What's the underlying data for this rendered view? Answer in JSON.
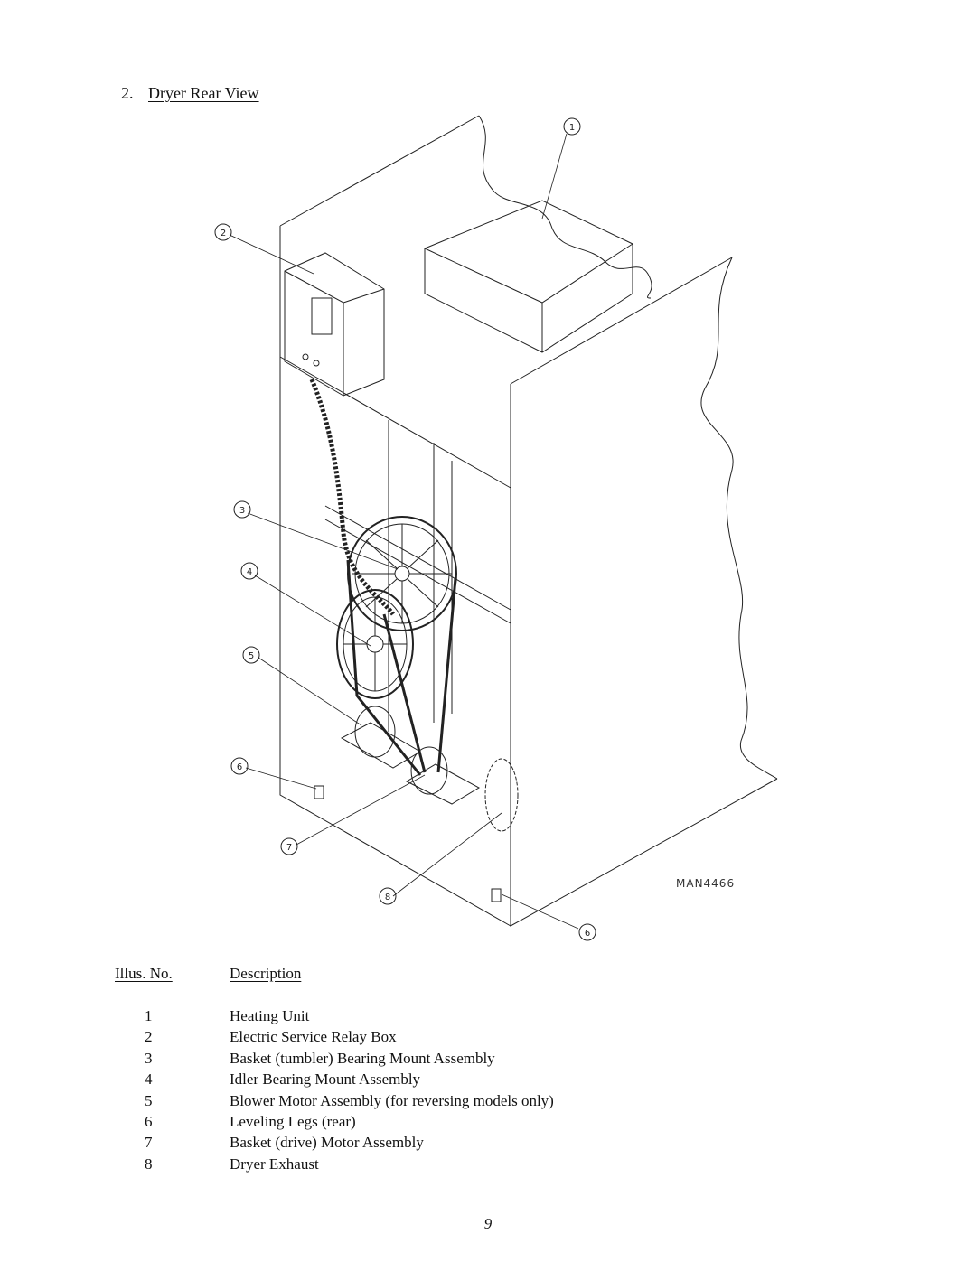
{
  "heading": {
    "number": "2.",
    "title": "Dryer Rear View"
  },
  "figure": {
    "drawing_code": "MAN4466",
    "callouts": [
      "1",
      "2",
      "3",
      "4",
      "5",
      "6",
      "7",
      "8",
      "6"
    ]
  },
  "legend": {
    "header_no": "Illus. No.",
    "header_desc": "Description",
    "items": [
      {
        "no": "1",
        "desc": "Heating Unit"
      },
      {
        "no": "2",
        "desc": "Electric Service Relay Box"
      },
      {
        "no": "3",
        "desc": "Basket (tumbler) Bearing Mount Assembly"
      },
      {
        "no": "4",
        "desc": "Idler Bearing Mount Assembly"
      },
      {
        "no": "5",
        "desc": "Blower Motor Assembly (for reversing models only)"
      },
      {
        "no": "6",
        "desc": "Leveling Legs (rear)"
      },
      {
        "no": "7",
        "desc": "Basket (drive) Motor Assembly"
      },
      {
        "no": "8",
        "desc": "Dryer Exhaust"
      }
    ]
  },
  "page_number": "9"
}
